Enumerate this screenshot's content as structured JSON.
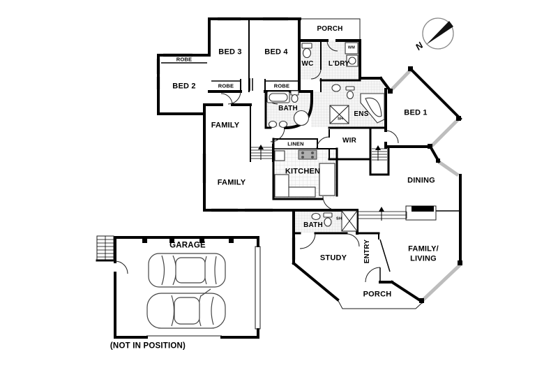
{
  "rooms": {
    "porch_top": "PORCH",
    "bed3": "BED 3",
    "bed4": "BED 4",
    "bed2": "BED 2",
    "robe_bed2": "ROBE",
    "robe_bed3": "ROBE",
    "robe_bed4": "ROBE",
    "wc": "WC",
    "laundry": "L'DRY",
    "wm": "WM",
    "bath_top": "BATH",
    "ens": "ENS",
    "sh_ens": "SH",
    "bed1": "BED 1",
    "family_upper": "FAMILY",
    "wir": "WIR",
    "linen": "LINEN",
    "kitchen": "KITCHEN",
    "dining": "DINING",
    "family_lower": "FAMILY",
    "bath_lower": "BATH",
    "sh_bath": "SH",
    "study": "STUDY",
    "entry": "ENTRY",
    "family_living_line1": "FAMILY/",
    "family_living_line2": "LIVING",
    "porch_bottom": "PORCH",
    "garage": "GARAGE"
  },
  "annotations": {
    "not_in_position": "(NOT IN POSITION)",
    "compass_north": "N"
  },
  "colors": {
    "wall": "#000000",
    "window": "#bdbdbd",
    "tile_line": "#d6d6d6",
    "tile_bg": "#f5f5f5",
    "fixture": "#333333",
    "compass": "#111111",
    "thin": "#1a1a1a"
  }
}
